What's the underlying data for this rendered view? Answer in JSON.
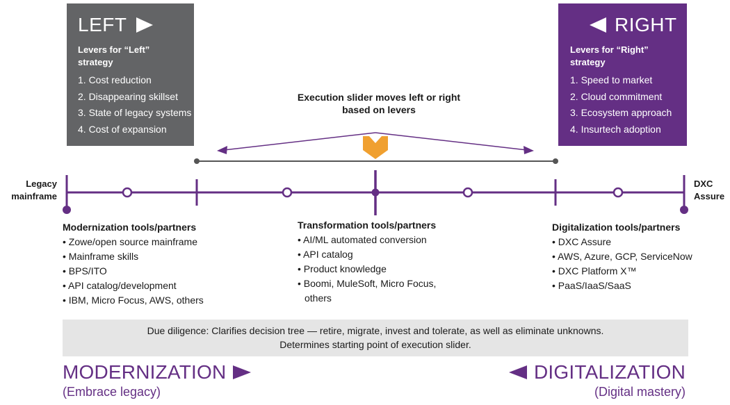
{
  "left_box": {
    "heading": "LEFT",
    "subheading": "Levers for “Left” strategy",
    "items": [
      "1. Cost reduction",
      "2. Disappearing skillset",
      "3. State of legacy systems",
      "4. Cost of expansion"
    ]
  },
  "right_box": {
    "heading": "RIGHT",
    "subheading": "Levers for “Right” strategy",
    "items": [
      "1. Speed to market",
      "2. Cloud commitment",
      "3. Ecosystem approach",
      "4. Insurtech adoption"
    ]
  },
  "slider_caption": "Execution slider moves left or right based on levers",
  "endpoints": {
    "left": "Legacy mainframe",
    "right": "DXC Assure"
  },
  "columns": {
    "modernization": {
      "title": "Modernization tools/partners",
      "items": [
        "Zowe/open source mainframe",
        "Mainframe skills",
        "BPS/ITO",
        "API catalog/development",
        "IBM, Micro Focus, AWS, others"
      ]
    },
    "transformation": {
      "title": "Transformation tools/partners",
      "items": [
        "AI/ML automated conversion",
        "API catalog",
        "Product knowledge",
        "Boomi, MuleSoft, Micro Focus, others"
      ]
    },
    "digitalization": {
      "title": "Digitalization tools/partners",
      "items": [
        "DXC Assure",
        "AWS, Azure, GCP, ServiceNow",
        "DXC Platform X™",
        "PaaS/IaaS/SaaS"
      ]
    }
  },
  "due_diligence": {
    "line1": "Due diligence: Clarifies decision tree — retire, migrate, invest and tolerate, as well as eliminate unknowns.",
    "line2": "Determines starting point of execution slider."
  },
  "footer": {
    "left_title": "MODERNIZATION",
    "left_sub": "(Embrace legacy)",
    "right_title": "DIGITALIZATION",
    "right_sub": "(Digital mastery)"
  },
  "colors": {
    "purple": "#642f84",
    "gray_box": "#636466",
    "orange": "#f0a030",
    "light_gray": "#e5e5e5",
    "line_gray": "#555555"
  }
}
